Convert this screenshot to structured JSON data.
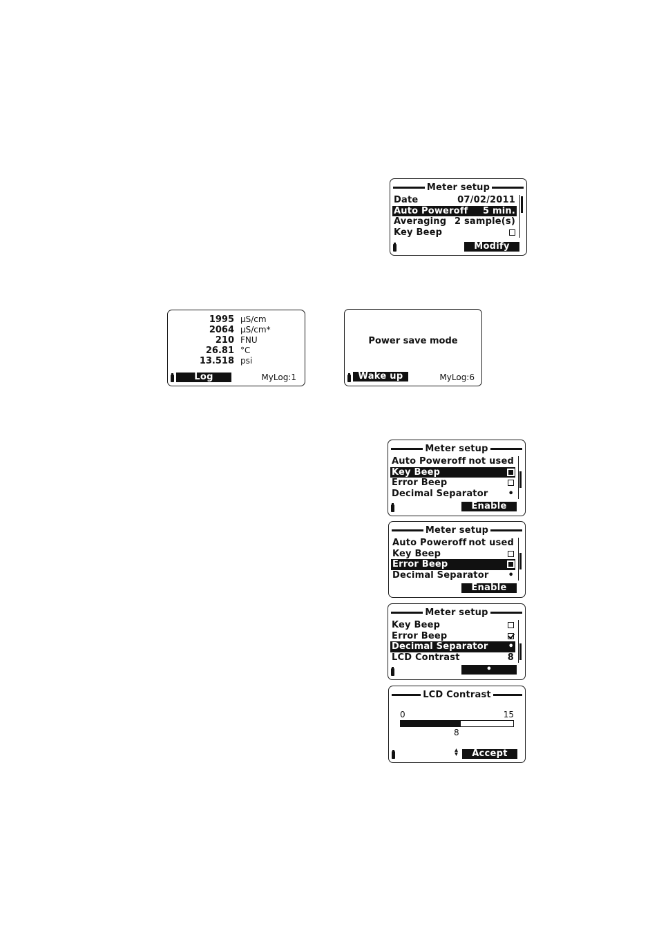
{
  "screens": {
    "setup1": {
      "title": "Meter setup",
      "rows": [
        {
          "label": "Date",
          "value": "07/02/2011"
        },
        {
          "label": "Auto Poweroff",
          "value": "5 min."
        },
        {
          "label": "Averaging",
          "value": "2 sample(s)"
        },
        {
          "label": "Key Beep",
          "value": ""
        }
      ],
      "softkey": "Modify"
    },
    "measure": {
      "readings": [
        {
          "value": "1995",
          "unit": "µS/cm"
        },
        {
          "value": "2064",
          "unit": "µS/cm*"
        },
        {
          "value": "210",
          "unit": "FNU"
        },
        {
          "value": "26.81",
          "unit": "°C"
        },
        {
          "value": "13.518",
          "unit": "psi"
        }
      ],
      "softkey": "Log",
      "status": "MyLog:1"
    },
    "powersave": {
      "message": "Power save mode",
      "softkey": "Wake up",
      "status": "MyLog:6"
    },
    "setup2": {
      "title": "Meter setup",
      "rows": [
        {
          "label": "Auto Poweroff",
          "value": "not used"
        },
        {
          "label": "Key Beep",
          "value": ""
        },
        {
          "label": "Error Beep",
          "value": ""
        },
        {
          "label": "Decimal Separator",
          "value": "•"
        }
      ],
      "softkey": "Enable"
    },
    "setup3": {
      "title": "Meter setup",
      "rows": [
        {
          "label": "Auto Poweroff",
          "value": "not used"
        },
        {
          "label": "Key Beep",
          "value": ""
        },
        {
          "label": "Error Beep",
          "value": ""
        },
        {
          "label": "Decimal Separator",
          "value": "•"
        }
      ],
      "softkey": "Enable"
    },
    "setup4": {
      "title": "Meter setup",
      "rows": [
        {
          "label": "Key Beep",
          "value": ""
        },
        {
          "label": "Error Beep",
          "value": ""
        },
        {
          "label": "Decimal Separator",
          "value": "•"
        },
        {
          "label": "LCD Contrast",
          "value": "8"
        }
      ],
      "softkey": "•"
    },
    "contrast": {
      "title": "LCD Contrast",
      "min": "0",
      "max": "15",
      "current": "8",
      "level": 8,
      "level_max": 15,
      "softkey": "Accept"
    }
  }
}
